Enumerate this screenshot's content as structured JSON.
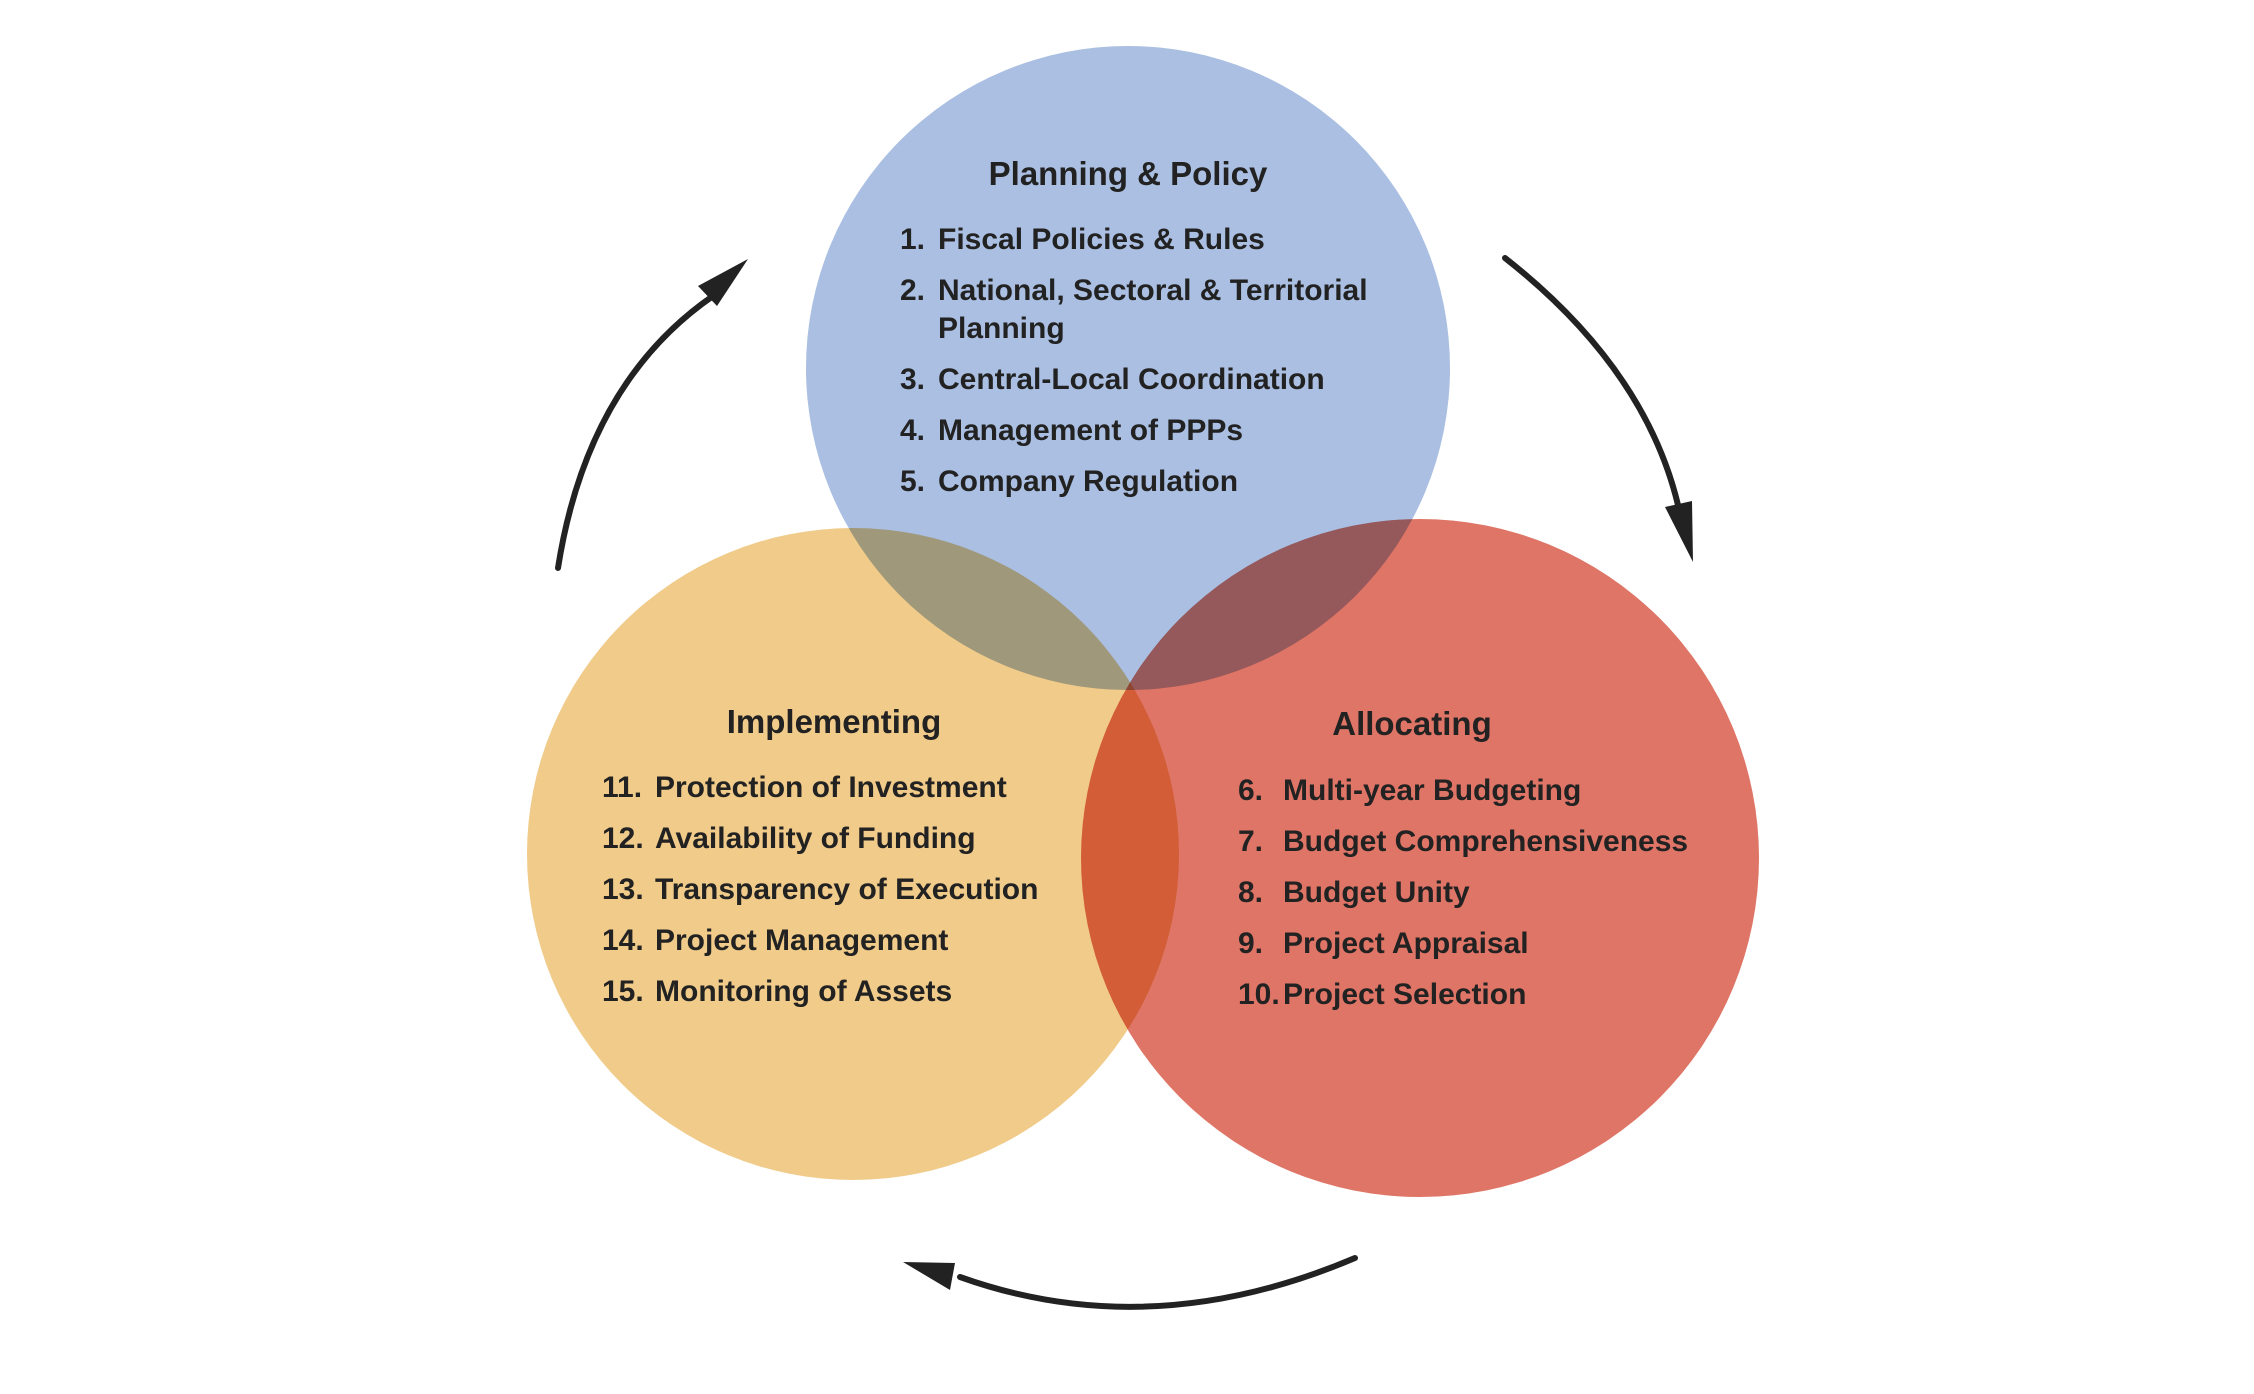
{
  "diagram": {
    "colors": {
      "planning": "#aabfe2",
      "implementing": "#f0cb8a",
      "allocating": "#df7566",
      "text": "#222222",
      "arrow": "#222222"
    },
    "planning": {
      "title": "Planning & Policy",
      "items": [
        {
          "num": "1.",
          "lines": [
            "Fiscal Policies & Rules"
          ]
        },
        {
          "num": "2.",
          "lines": [
            "National, Sectoral & Territorial",
            "Planning"
          ]
        },
        {
          "num": "3.",
          "lines": [
            "Central-Local Coordination"
          ]
        },
        {
          "num": "4.",
          "lines": [
            "Management of PPPs"
          ]
        },
        {
          "num": "5.",
          "lines": [
            "Company Regulation"
          ]
        }
      ]
    },
    "implementing": {
      "title": "Implementing",
      "items": [
        {
          "num": "11.",
          "lines": [
            "Protection of Investment"
          ]
        },
        {
          "num": "12.",
          "lines": [
            "Availability of Funding"
          ]
        },
        {
          "num": "13.",
          "lines": [
            "Transparency of Execution"
          ]
        },
        {
          "num": "14.",
          "lines": [
            "Project Management"
          ]
        },
        {
          "num": "15.",
          "lines": [
            "Monitoring of Assets"
          ]
        }
      ]
    },
    "allocating": {
      "title": "Allocating",
      "items": [
        {
          "num": "6.",
          "lines": [
            "Multi-year Budgeting"
          ]
        },
        {
          "num": "7.",
          "lines": [
            "Budget Comprehensiveness"
          ]
        },
        {
          "num": "8.",
          "lines": [
            "Budget Unity"
          ]
        },
        {
          "num": "9.",
          "lines": [
            "Project Appraisal"
          ]
        },
        {
          "num": "10.",
          "lines": [
            "Project Selection"
          ]
        }
      ]
    }
  }
}
